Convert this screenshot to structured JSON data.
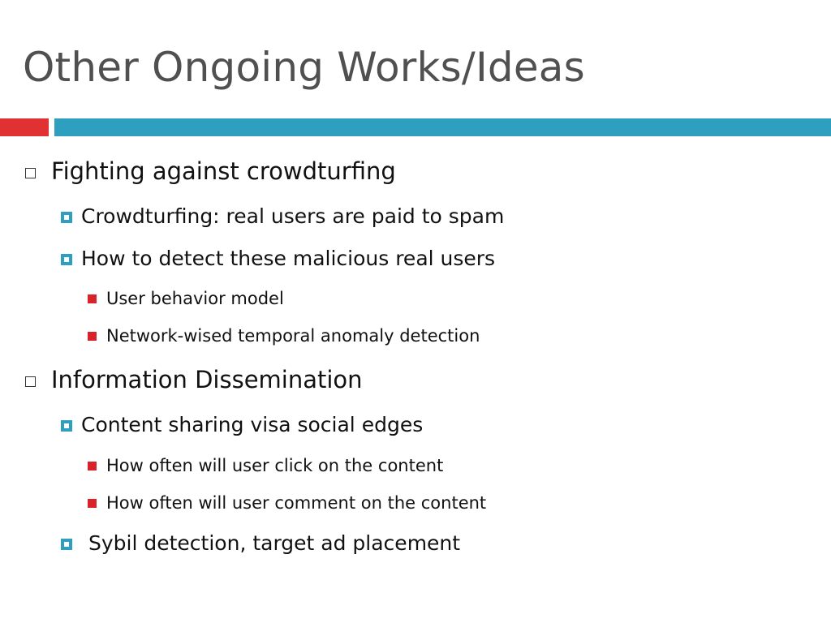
{
  "slide": {
    "title": "Other Ongoing Works/Ideas",
    "bullets": [
      {
        "text": "Fighting against crowdturfing",
        "children": [
          {
            "text": "Crowdturfing: real users are paid to spam"
          },
          {
            "text": "How to detect these malicious real users",
            "children": [
              {
                "text": "User behavior model"
              },
              {
                "text": "Network-wised temporal anomaly detection"
              }
            ]
          }
        ]
      },
      {
        "text": "Information Dissemination",
        "children": [
          {
            "text": "Content sharing visa social edges",
            "children": [
              {
                "text": "How often will user click on the content"
              },
              {
                "text": "How often will user comment on the content"
              }
            ]
          },
          {
            "text": "Sybil detection, target ad placement"
          }
        ]
      }
    ]
  },
  "colors": {
    "title_text": "#505050",
    "accent_red": "#e03232",
    "accent_blue": "#2e9fbf",
    "bullet_red": "#d9222a"
  },
  "icons": {
    "level1": "hollow-square-bullet",
    "level2": "blue-square-bullet",
    "level3": "red-square-bullet"
  }
}
